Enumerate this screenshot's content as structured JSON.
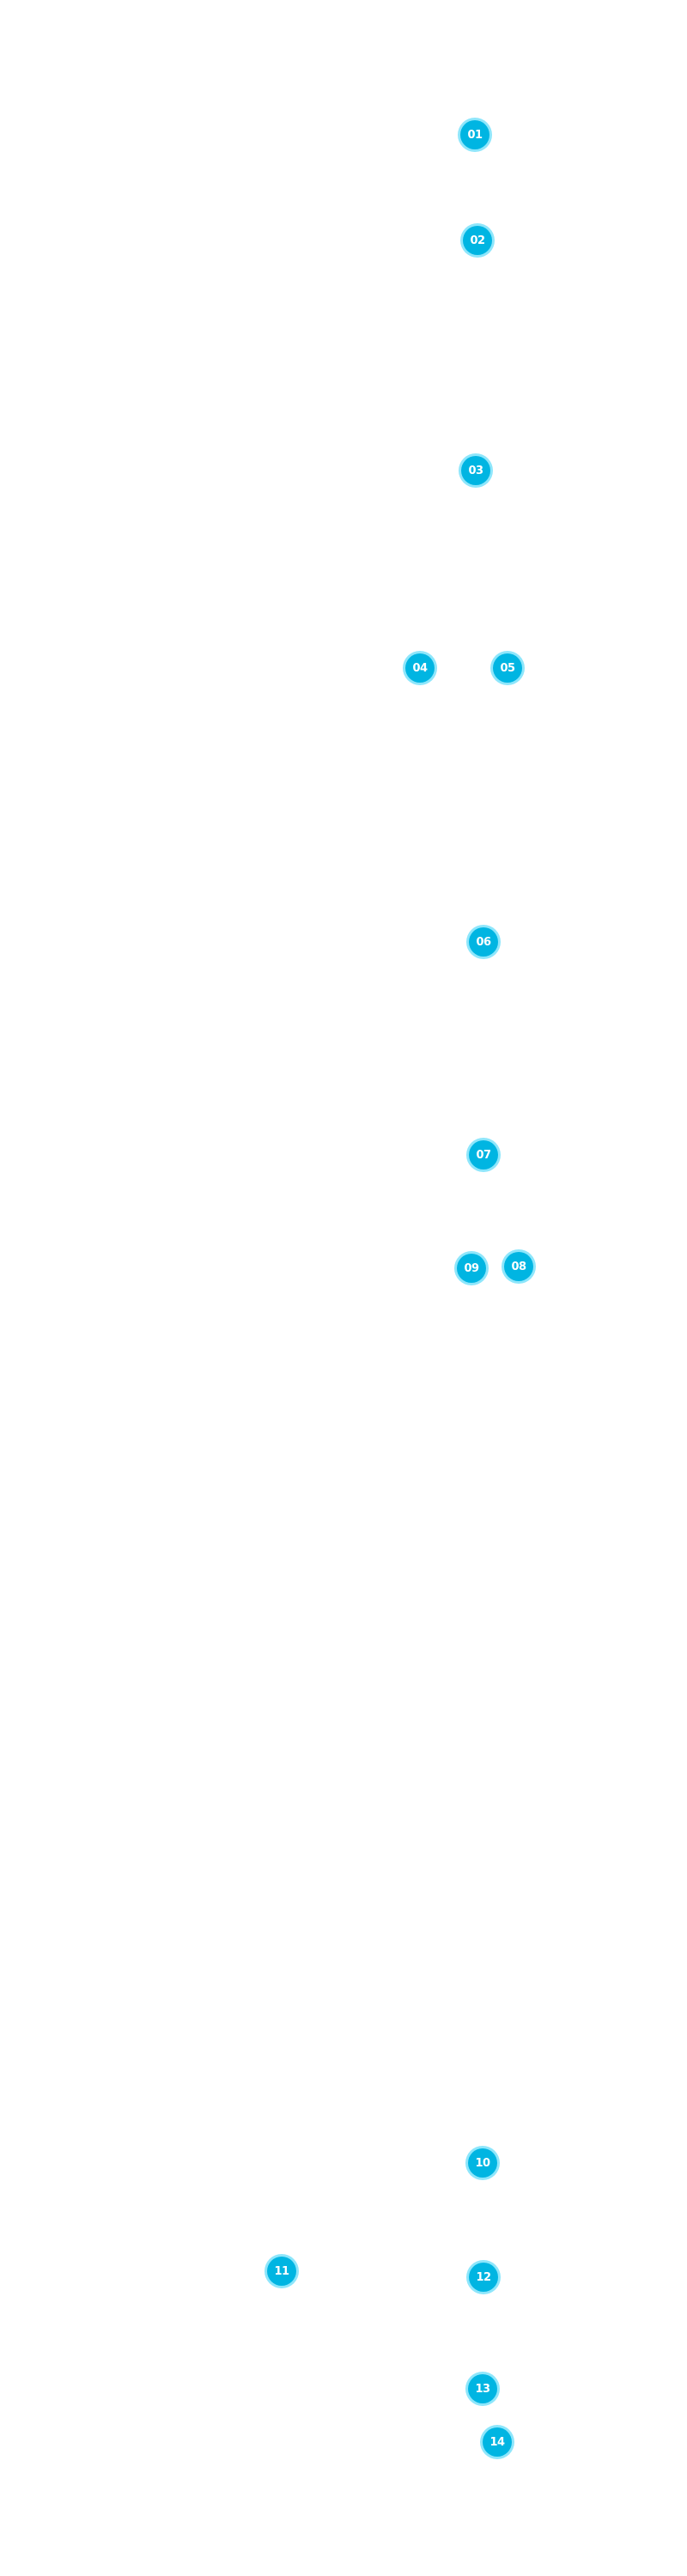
{
  "page": {
    "background_color": "#ffffff"
  },
  "theme": {
    "marker_fill": "#00b5e2",
    "marker_ring": "#8ee6fb",
    "marker_text": "#ffffff"
  },
  "markers": [
    {
      "label": "01"
    },
    {
      "label": "02"
    },
    {
      "label": "03"
    },
    {
      "label": "04"
    },
    {
      "label": "05"
    },
    {
      "label": "06"
    },
    {
      "label": "07"
    },
    {
      "label": "08"
    },
    {
      "label": "09"
    },
    {
      "label": "10"
    },
    {
      "label": "11"
    },
    {
      "label": "12"
    },
    {
      "label": "13"
    },
    {
      "label": "14"
    }
  ]
}
